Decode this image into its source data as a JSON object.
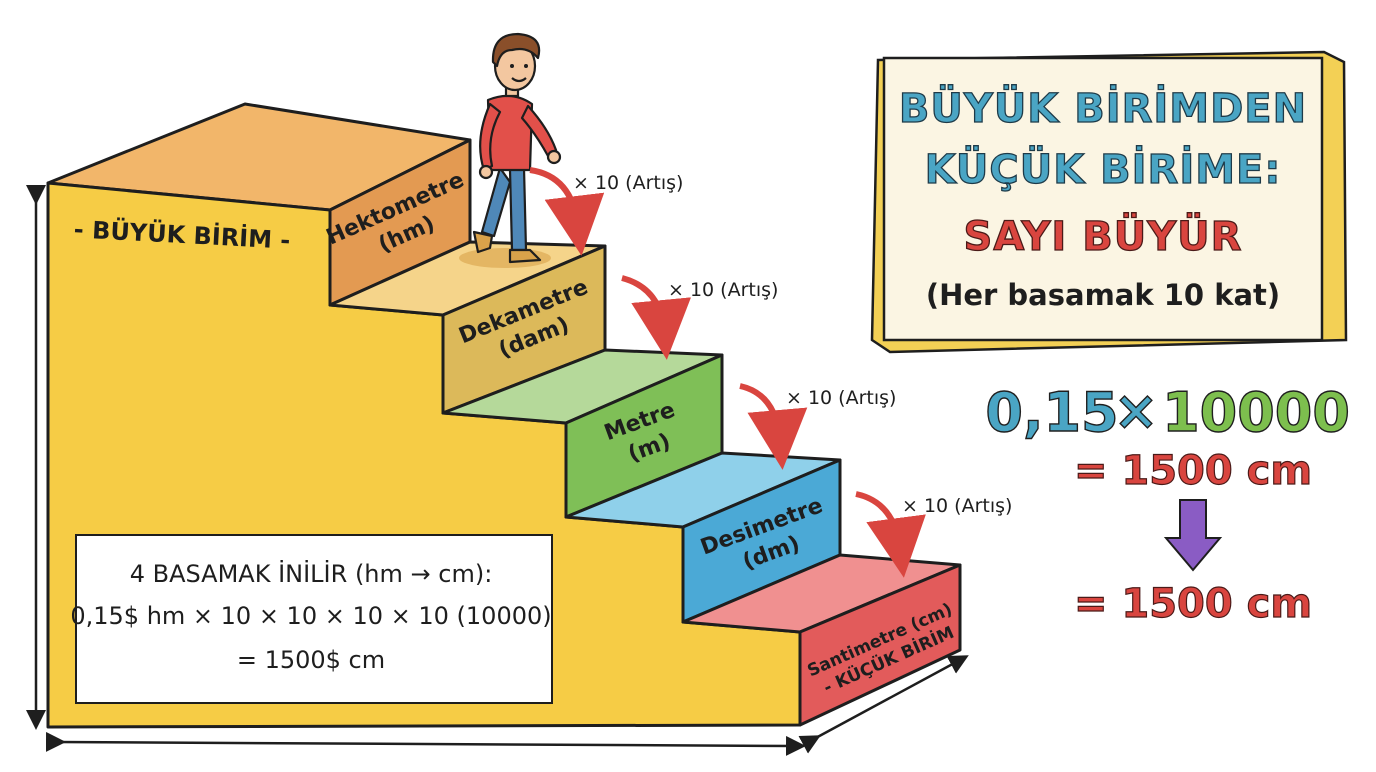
{
  "left_label": "- BÜYÜK BİRİM -",
  "steps": [
    {
      "line1": "Hektometre",
      "line2": "(hm)"
    },
    {
      "line1": "Dekametre",
      "line2": "(dam)"
    },
    {
      "line1": "Metre",
      "line2": "(m)"
    },
    {
      "line1": "Desimetre",
      "line2": "(dm)"
    },
    {
      "line1": "Santimetre (cm)",
      "line2": "- KÜÇÜK BİRİM"
    }
  ],
  "step_arrow_label": "× 10 (Artış)",
  "note": {
    "line1": "4 BASAMAK İNİLİR (hm → cm):",
    "line2": "0,15$ hm × 10 × 10 × 10 × 10 (10000)",
    "line3": "= 1500$ cm"
  },
  "title_box": {
    "line1": "BÜYÜK BİRİMDEN",
    "line2": "KÜÇÜK BİRİME:",
    "line3": "SAYI BÜYÜR",
    "line4": "(Her basamak 10 kat)"
  },
  "equation": {
    "lhs": "0,15",
    "op": "×",
    "rhs": "10000",
    "result1": "= 1500 cm",
    "result2": "= 1500 cm"
  },
  "colors": {
    "stair_main": "#f6cc45",
    "hm": "#e39a52",
    "dam": "#dcb95a",
    "m": "#7fbf57",
    "dm": "#4ba9d6",
    "cm": "#e25b5b",
    "arrow_red": "#d9453f",
    "title_blue": "#4aa5c4",
    "equation_green": "#7dbf4e",
    "down_arrow_purple": "#8a5cc4"
  }
}
